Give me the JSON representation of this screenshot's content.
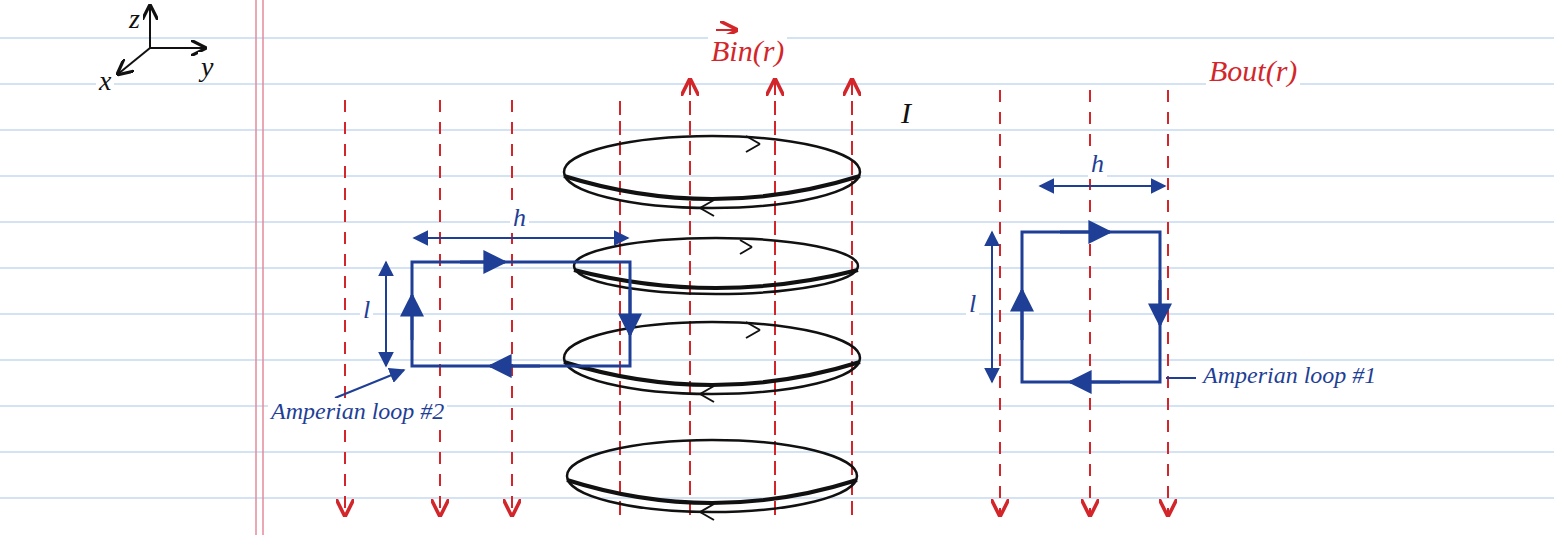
{
  "diagram": {
    "labels": [
      "z",
      "x",
      "y",
      "Bin(r)",
      "I",
      "Bout(r)",
      "h",
      "l",
      "Amperian loop #2",
      "h",
      "l",
      "Amperian loop #1"
    ]
  }
}
